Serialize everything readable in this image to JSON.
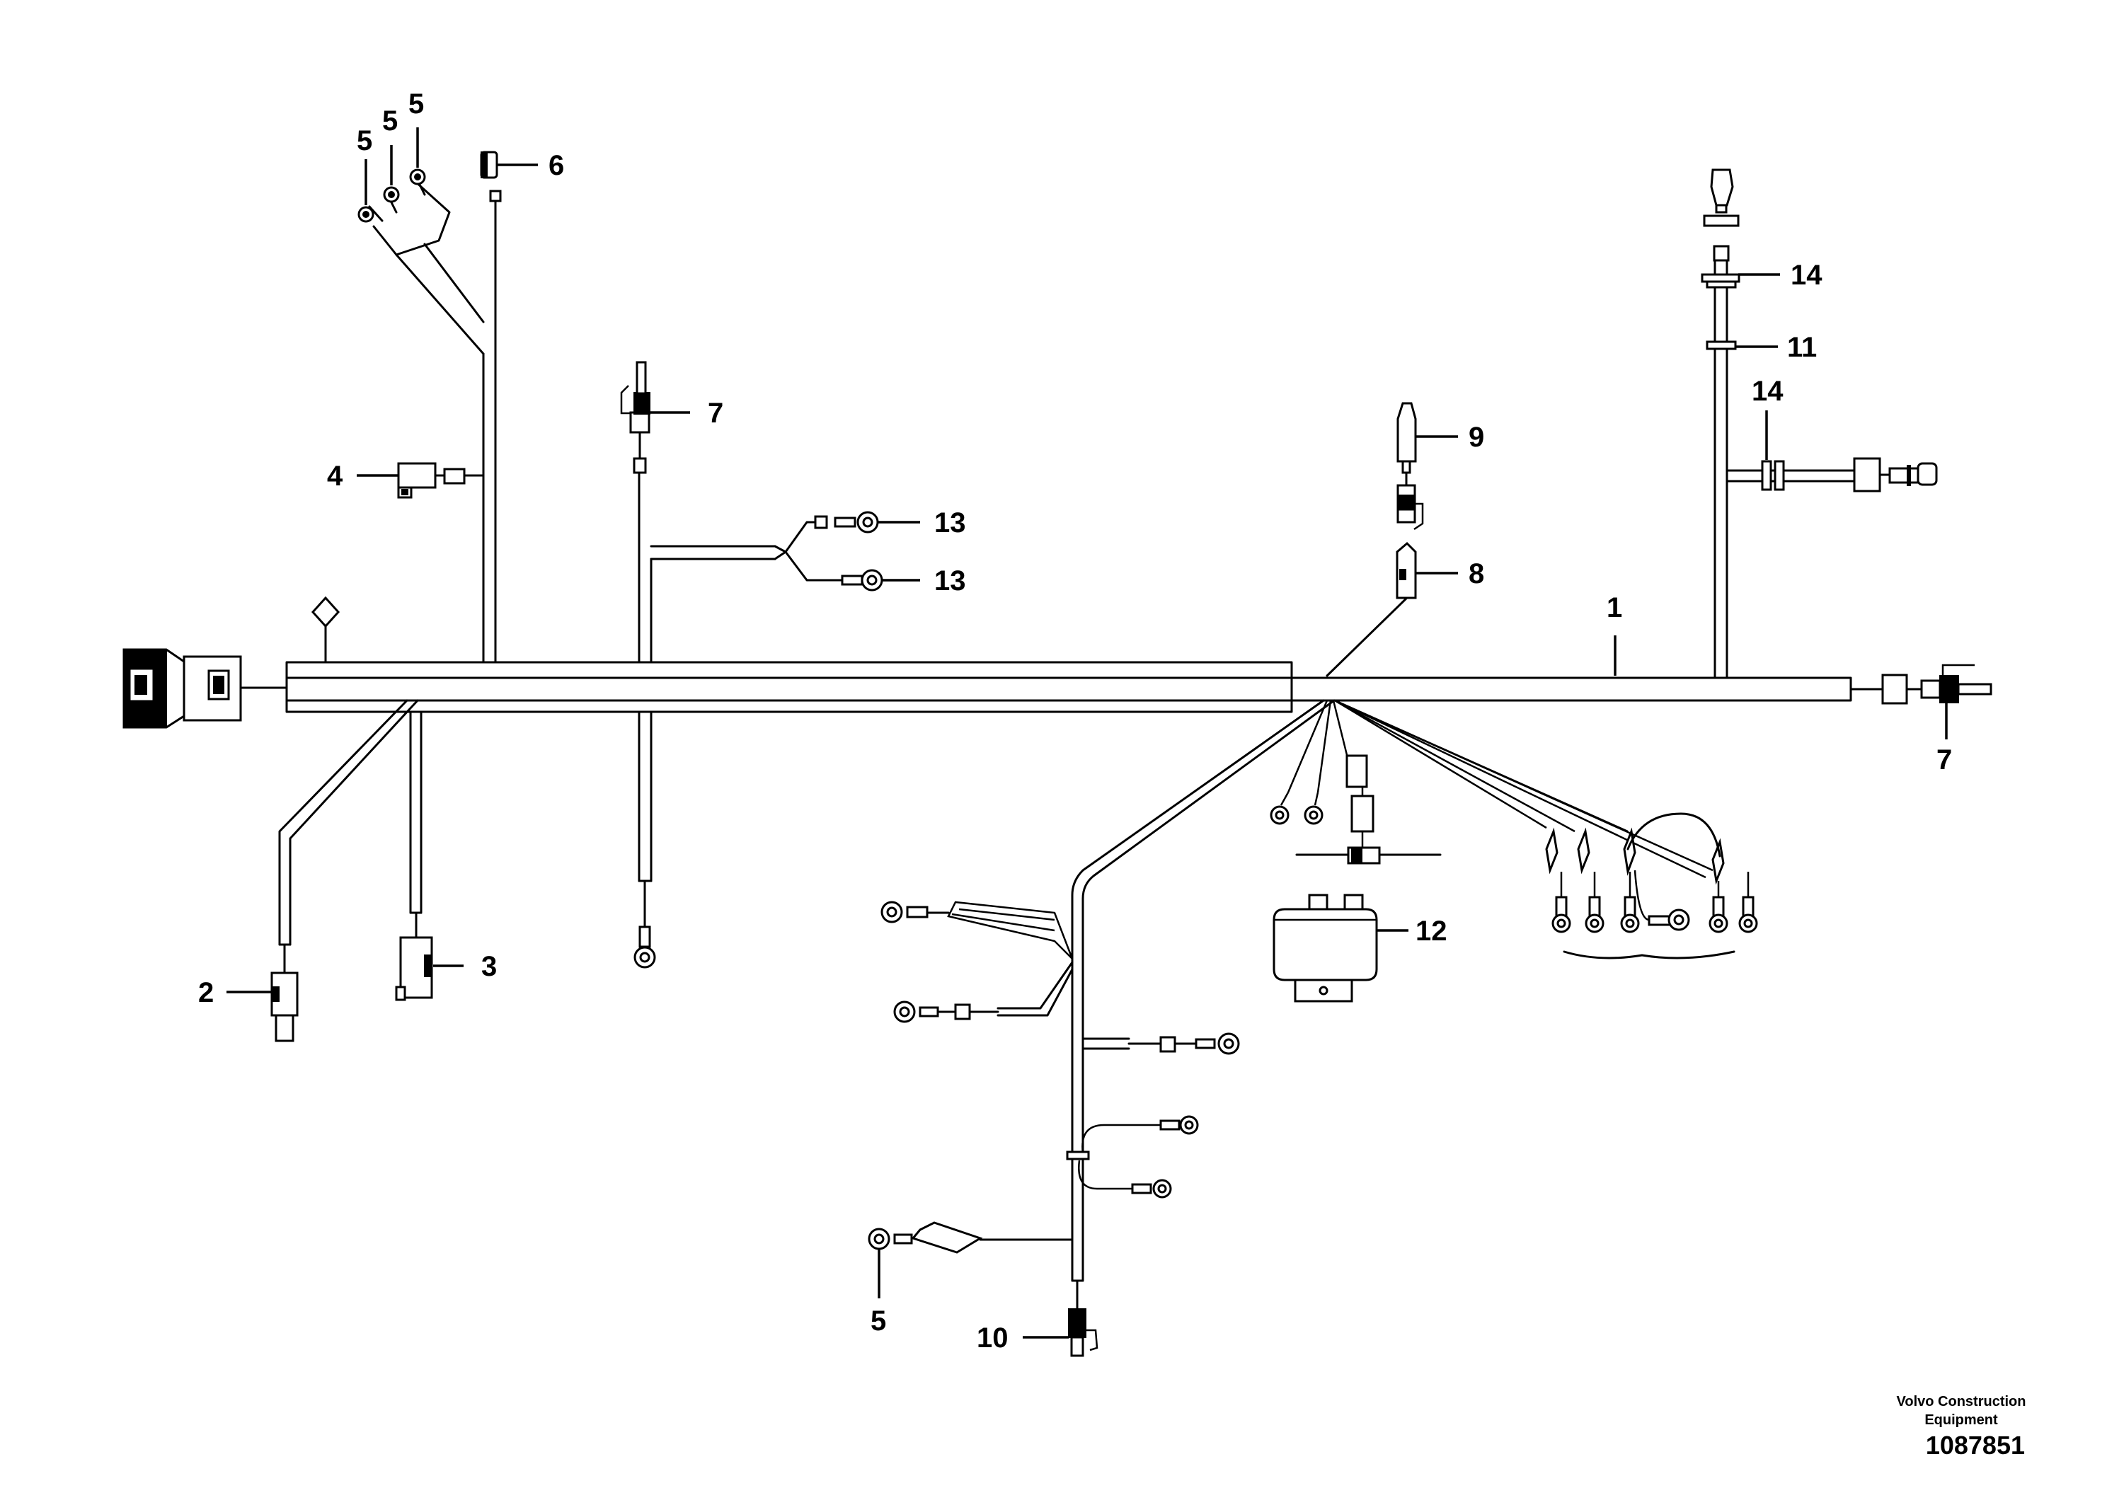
{
  "callouts": {
    "c1": "1",
    "c2": "2",
    "c3": "3",
    "c4": "4",
    "c5a": "5",
    "c5b": "5",
    "c5c": "5",
    "c5d": "5",
    "c6": "6",
    "c7a": "7",
    "c7b": "7",
    "c8": "8",
    "c9": "9",
    "c10": "10",
    "c11": "11",
    "c12": "12",
    "c13a": "13",
    "c13b": "13",
    "c14a": "14",
    "c14b": "14"
  },
  "footer": {
    "company": "Volvo Construction Equipment",
    "number": "1087851"
  }
}
